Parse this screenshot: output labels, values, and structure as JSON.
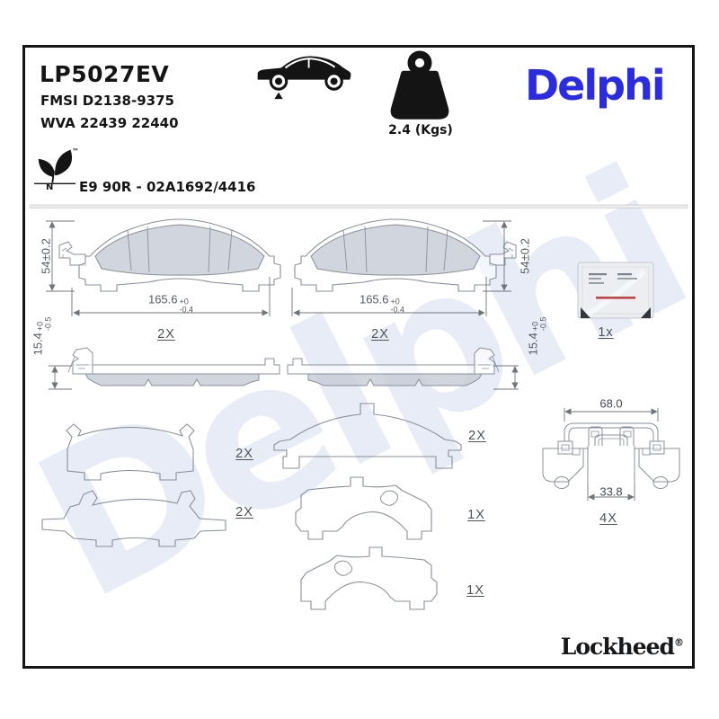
{
  "header": {
    "part_number": "LP5027EV",
    "fmsi": "FMSI D2138-9375",
    "wva": "WVA 22439 22440",
    "approval": "E9 90R - 02A1692/4416",
    "weight": "2.4 (Kgs)",
    "brand_logo": "Delphi",
    "leaf_letter": "N",
    "leaf_trademark": "™"
  },
  "watermark_text": "Delphi",
  "footer": {
    "brand": "Lockheed",
    "registered_mark": "®"
  },
  "icons": {
    "car": "car-side-silhouette-icon",
    "weight": "kettlebell-weight-icon",
    "leaf": "eco-leaf-icon"
  },
  "colors": {
    "brand_blue": "#2B2CE2",
    "watermark_blue": "#E7ECF6",
    "drawing_gray": "#8A8F99",
    "friction_fill": "#C6CBD5"
  },
  "dimensions": {
    "pad_height": "54±0.2",
    "pad_width": "165.6",
    "pad_width_tol_plus": "+0",
    "pad_width_tol_minus": "-0.4",
    "pad_thickness": "15.4",
    "pad_thickness_tol_plus": "+0",
    "pad_thickness_tol_minus": "-0.5",
    "clip_outer_width": "68.0",
    "clip_inner_width": "33.8"
  },
  "quantities": {
    "front_pad_left": "2X",
    "front_pad_right": "2X",
    "shim_top_left": "2X",
    "shim_bottom_left": "2X",
    "shim_middle_top": "2X",
    "shim_middle_center": "1X",
    "shim_middle_bottom": "1X",
    "grease_sachet": "1x",
    "retaining_clip": "4X"
  }
}
